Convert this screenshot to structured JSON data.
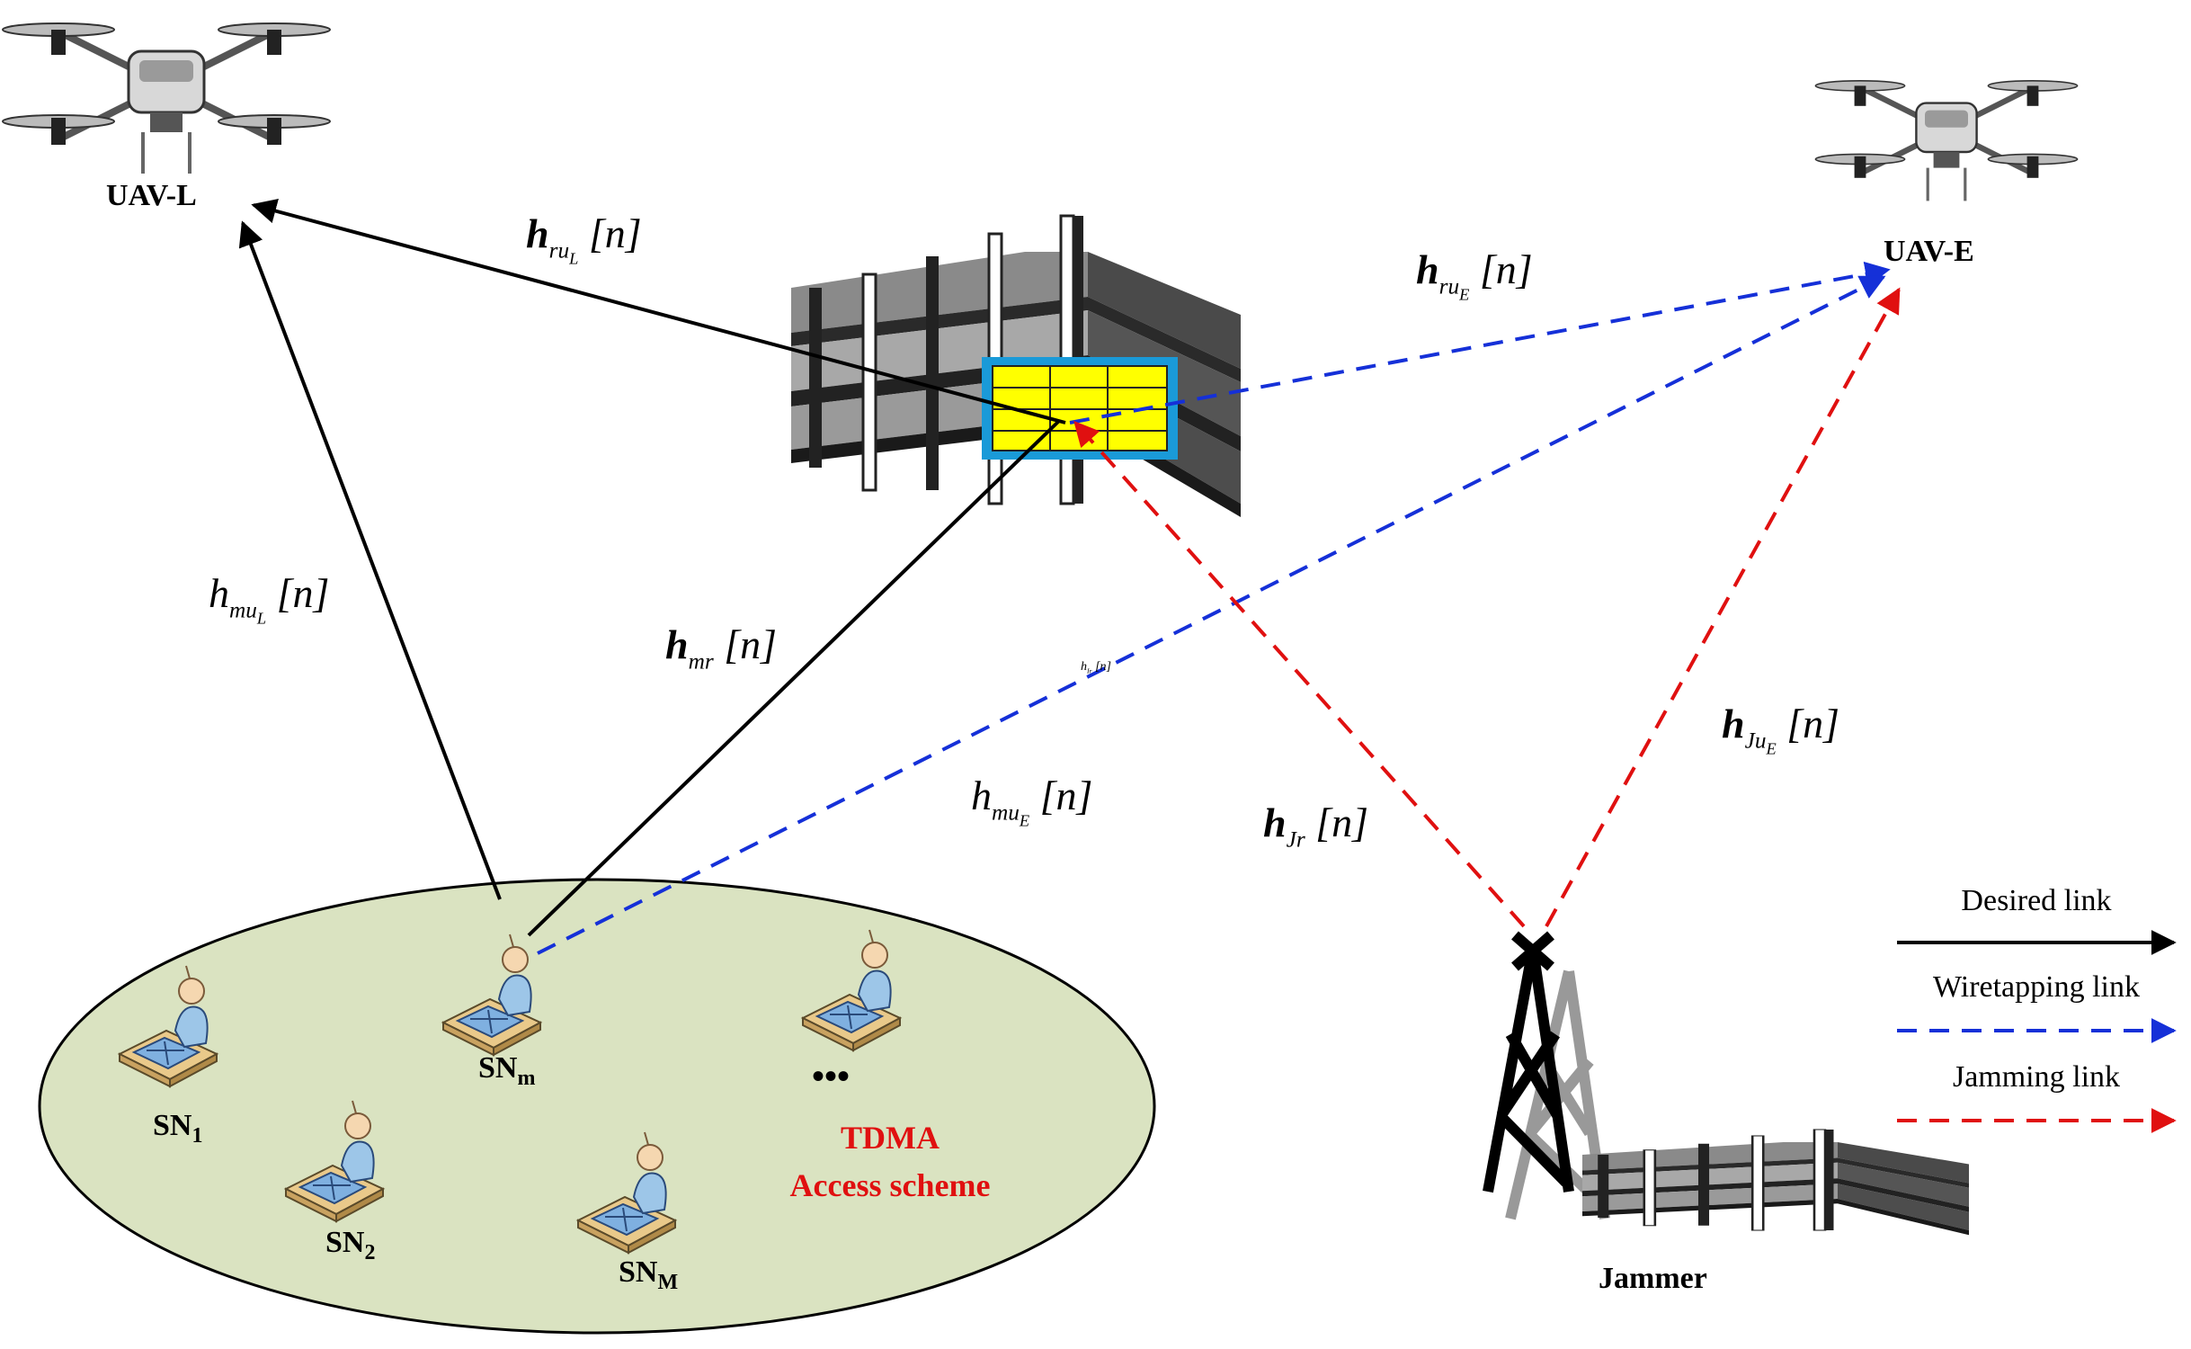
{
  "nodes": {
    "uav_l": "UAV-L",
    "uav_e": "UAV-E",
    "jammer": "Jammer",
    "sn_1": {
      "base": "SN",
      "sub": "1"
    },
    "sn_2": {
      "base": "SN",
      "sub": "2"
    },
    "sn_m": {
      "base": "SN",
      "sub": "m"
    },
    "sn_M": {
      "base": "SN",
      "sub": "M"
    },
    "ellipsis": "•••"
  },
  "access": {
    "line1": "TDMA",
    "line2": "Access scheme"
  },
  "links": {
    "h_ruL": {
      "sym": "h",
      "sub": "ru",
      "subsub": "L",
      "arg": "[n]",
      "bold": true
    },
    "h_ruE": {
      "sym": "h",
      "sub": "ru",
      "subsub": "E",
      "arg": "[n]",
      "bold": true
    },
    "h_muL": {
      "sym": "h",
      "sub": "mu",
      "subsub": "L",
      "arg": "[n]",
      "bold": false
    },
    "h_mr": {
      "sym": "h",
      "sub": "mr",
      "subsub": "",
      "arg": "[n]",
      "bold": true
    },
    "h_muE": {
      "sym": "h",
      "sub": "mu",
      "subsub": "E",
      "arg": "[n]",
      "bold": false
    },
    "h_Jr": {
      "sym": "h",
      "sub": "Jr",
      "subsub": "",
      "arg": "[n]",
      "bold": true
    },
    "h_JuE": {
      "sym": "h",
      "sub": "Ju",
      "subsub": "E",
      "arg": "[n]",
      "bold": true
    },
    "h_tiny": {
      "sym": "h",
      "sub": "Ir",
      "subsub": "",
      "arg": "[n]",
      "bold": false
    }
  },
  "legend": [
    {
      "label": "Desired link",
      "color": "#000000",
      "dashed": false
    },
    {
      "label": "Wiretapping  link",
      "color": "#1530d8",
      "dashed": true
    },
    {
      "label": "Jamming  link",
      "color": "#e01010",
      "dashed": true
    }
  ],
  "colors": {
    "desired": "#000000",
    "wiretap": "#1530d8",
    "jamming": "#e01010",
    "ground": "#dae3c1",
    "ris_fill": "#ffff00",
    "ris_frame": "#1a9ad8"
  }
}
